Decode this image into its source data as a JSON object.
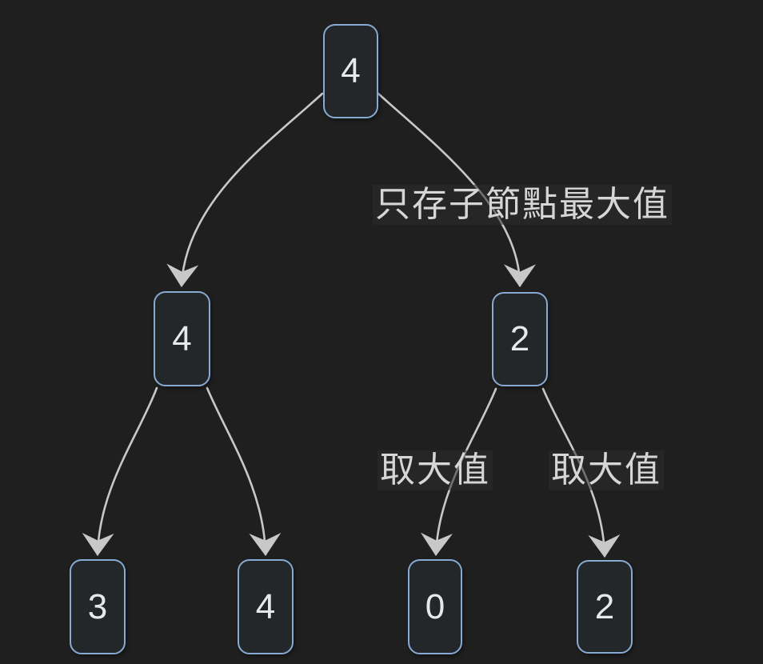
{
  "colors": {
    "bg": "#1f1f1f",
    "node_fill": "#23272a",
    "node_border": "#86aad2",
    "node_text": "#e8e8e8",
    "edge": "#c8c8c8",
    "label_text": "#d6d6d6"
  },
  "tree": {
    "nodes": [
      {
        "id": "root",
        "value": "4"
      },
      {
        "id": "mid-left",
        "value": "4"
      },
      {
        "id": "mid-right",
        "value": "2"
      },
      {
        "id": "leaf-1",
        "value": "3"
      },
      {
        "id": "leaf-2",
        "value": "4"
      },
      {
        "id": "leaf-3",
        "value": "0"
      },
      {
        "id": "leaf-4",
        "value": "2"
      }
    ],
    "labels": [
      {
        "id": "store-max-of-children",
        "text": "只存子節點最大值"
      },
      {
        "id": "take-max-left",
        "text": "取大值"
      },
      {
        "id": "take-max-right",
        "text": "取大值"
      }
    ],
    "edges": [
      {
        "from": "root",
        "to": "mid-left"
      },
      {
        "from": "root",
        "to": "mid-right",
        "label": "只存子節點最大值"
      },
      {
        "from": "mid-left",
        "to": "leaf-1"
      },
      {
        "from": "mid-left",
        "to": "leaf-2"
      },
      {
        "from": "mid-right",
        "to": "leaf-3",
        "label": "取大值"
      },
      {
        "from": "mid-right",
        "to": "leaf-4",
        "label": "取大值"
      }
    ]
  }
}
